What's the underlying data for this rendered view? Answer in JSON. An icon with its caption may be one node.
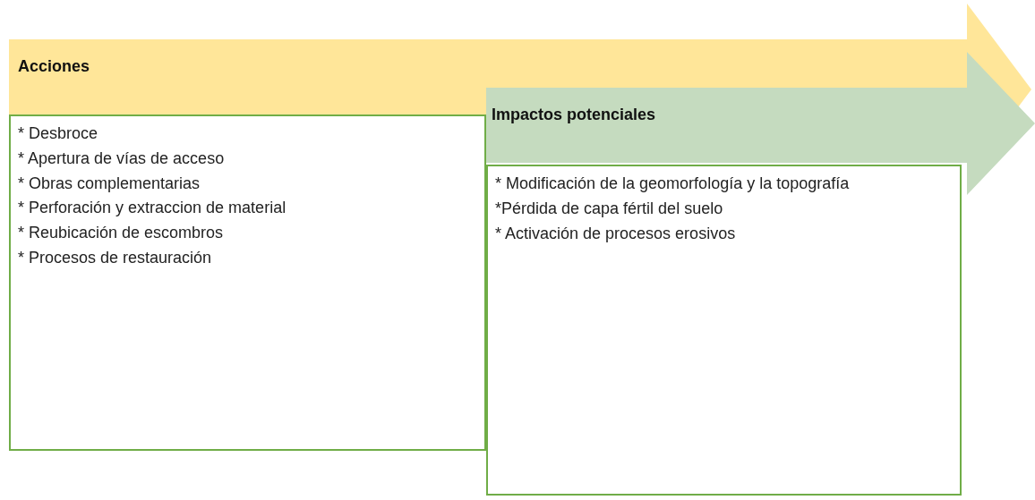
{
  "diagram": {
    "nodes": [
      {
        "text": [
          "Acciones"
        ]
      },
      {
        "text": [
          "* Desbroce",
          "* Apertura de vías de acceso",
          "* Obras complementarias",
          "* Perforación y extraccion de material",
          "* Reubicación de escombros",
          "* Procesos de restauración"
        ]
      },
      {
        "text": [
          "Impactos potenciales"
        ]
      },
      {
        "text": [
          "* Modificación de la geomorfología y la topografía",
          "*Pérdida de capa fértil del suelo",
          "* Activación de procesos erosivos"
        ]
      }
    ]
  }
}
